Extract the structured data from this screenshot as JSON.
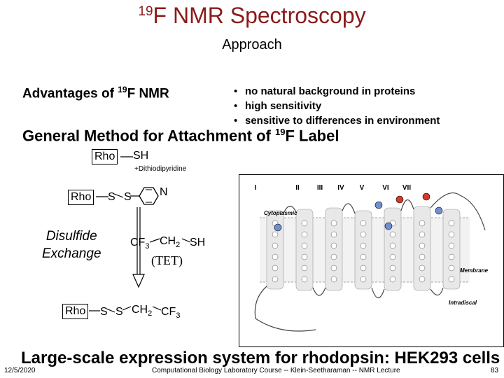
{
  "slide": {
    "title_sup": "19",
    "title_main": "F NMR Spectroscopy",
    "subtitle": "Approach",
    "advantages_prefix": "Advantages of ",
    "advantages_sup": "19",
    "advantages_suffix": "F NMR",
    "bullets": [
      "no natural background in proteins",
      "high sensitivity",
      "sensitive to differences in environment"
    ],
    "method_prefix": "General Method for Attachment of ",
    "method_sup": "19",
    "method_suffix": "F Label",
    "footer_main": "Large-scale expression system for rhodopsin: HEK293 cells",
    "date": "12/5/2020",
    "course": "Computational Biology Laboratory Course -- Klein-Seetharaman -- NMR Lecture",
    "page": "83"
  },
  "scheme": {
    "rho": "Rho",
    "sh": "SH",
    "reagent": "+Dithiodipyridine",
    "s": "S",
    "n": "N",
    "disulfide_line1": "Disulfide",
    "disulfide_line2": "Exchange",
    "cf3": "CF",
    "sub3": "3",
    "ch2": "CH",
    "sub2": "2",
    "tet": "(TET)"
  },
  "membrane_diagram": {
    "helices": [
      "I",
      "II",
      "III",
      "IV",
      "V",
      "VI",
      "VII"
    ],
    "cytoplasmic_label": "Cytoplasmic",
    "membrane_label": "Membrane",
    "intradiscal_label": "Intradiscal"
  }
}
